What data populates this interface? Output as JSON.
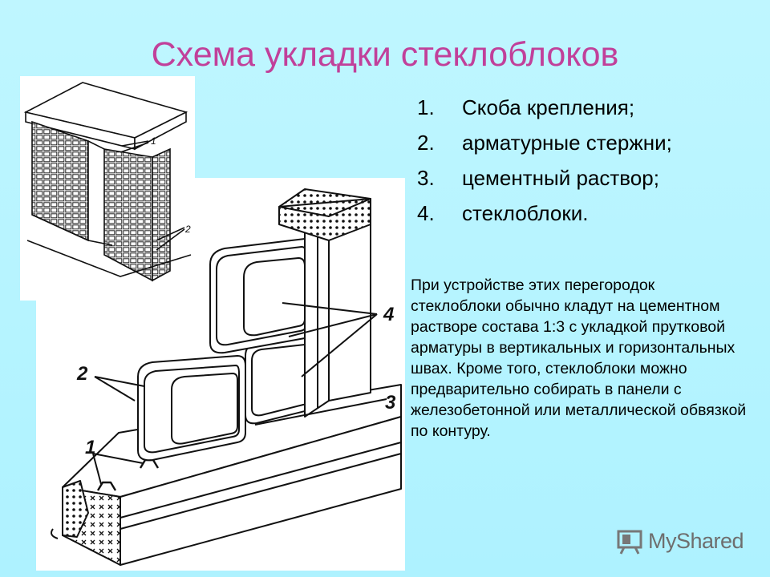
{
  "slide": {
    "title": "Схема укладки стеклоблоков",
    "legend": [
      {
        "num": "1.",
        "text": "Скоба крепления;"
      },
      {
        "num": "2.",
        "text": "арматурные стержни;"
      },
      {
        "num": "3.",
        "text": "цементный раствор;"
      },
      {
        "num": "4.",
        "text": "стеклоблоки."
      }
    ],
    "description": "При устройстве этих перегородок стеклоблоки обычно кладут на цементном растворе состава 1:3 с укладкой прутковой арматуры в вертикальных и горизонтальных швах. Кроме того, стеклоблоки можно предварительно собирать в панели с железобетонной или металлической обвязкой по контуру.",
    "figure_labels": {
      "small_1": "1",
      "small_2": "2",
      "big_1": "1",
      "big_2": "2",
      "big_3": "3",
      "big_4": "4"
    },
    "watermark": {
      "main": "MyShared",
      "suffix": ""
    }
  }
}
